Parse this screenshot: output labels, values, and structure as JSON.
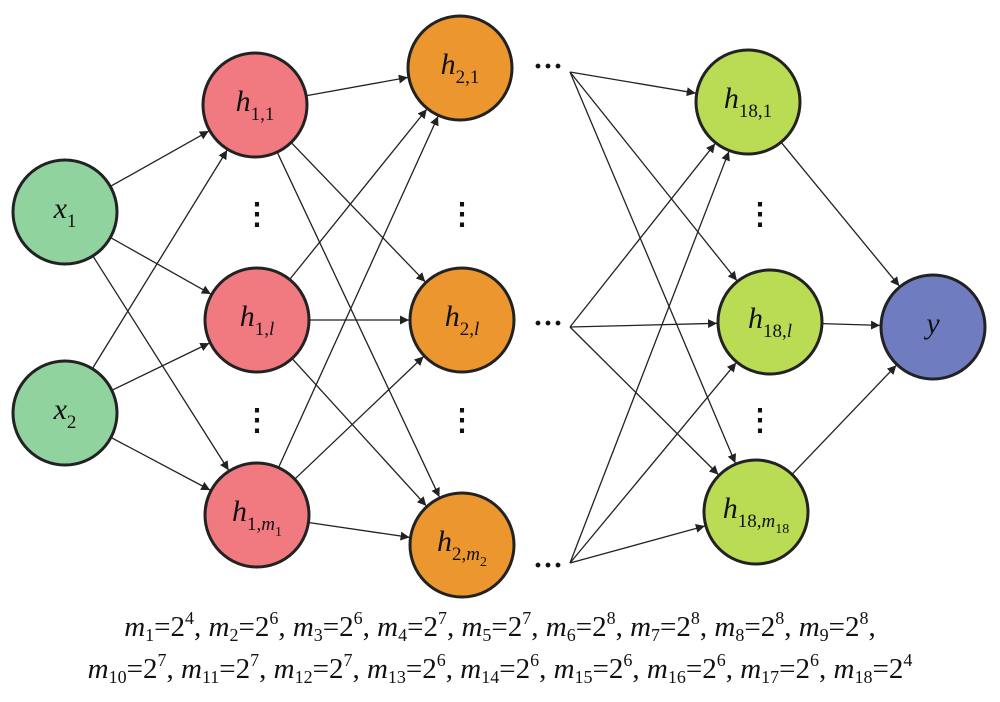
{
  "nodes": [
    {
      "id": "x1",
      "base": "x",
      "sub": "1",
      "color": "#90d39f"
    },
    {
      "id": "x2",
      "base": "x",
      "sub": "2",
      "color": "#90d39f"
    },
    {
      "id": "h1_1",
      "base": "h",
      "sub": "1,1",
      "color": "#f07a80"
    },
    {
      "id": "h1_l",
      "base": "h",
      "sub": "1,",
      "sub_italic": "l",
      "color": "#f07a80"
    },
    {
      "id": "h1_m",
      "base": "h",
      "sub": "1,",
      "sub_italic": "m",
      "subsub": "1",
      "color": "#f07a80"
    },
    {
      "id": "h2_1",
      "base": "h",
      "sub": "2,1",
      "color": "#ec962f"
    },
    {
      "id": "h2_l",
      "base": "h",
      "sub": "2,",
      "sub_italic": "l",
      "color": "#ec962f"
    },
    {
      "id": "h2_m",
      "base": "h",
      "sub": "2,",
      "sub_italic": "m",
      "subsub": "2",
      "color": "#ec962f"
    },
    {
      "id": "h18_1",
      "base": "h",
      "sub": "18,1",
      "color": "#b9dc54"
    },
    {
      "id": "h18_l",
      "base": "h",
      "sub": "18,",
      "sub_italic": "l",
      "color": "#b9dc54"
    },
    {
      "id": "h18_m",
      "base": "h",
      "sub": "18,",
      "sub_italic": "m",
      "subsub": "18",
      "color": "#b9dc54"
    },
    {
      "id": "y",
      "base": "y",
      "sub": "",
      "color": "#6f7dc0"
    }
  ],
  "edges": [
    [
      "x1",
      "h1_1"
    ],
    [
      "x1",
      "h1_l"
    ],
    [
      "x1",
      "h1_m"
    ],
    [
      "x2",
      "h1_1"
    ],
    [
      "x2",
      "h1_l"
    ],
    [
      "x2",
      "h1_m"
    ],
    [
      "h1_1",
      "h2_1"
    ],
    [
      "h1_1",
      "h2_l"
    ],
    [
      "h1_1",
      "h2_m"
    ],
    [
      "h1_l",
      "h2_1"
    ],
    [
      "h1_l",
      "h2_l"
    ],
    [
      "h1_l",
      "h2_m"
    ],
    [
      "h1_m",
      "h2_1"
    ],
    [
      "h1_m",
      "h2_l"
    ],
    [
      "h1_m",
      "h2_m"
    ],
    [
      "fan1",
      "h18_1"
    ],
    [
      "fan1",
      "h18_l"
    ],
    [
      "fan1",
      "h18_m"
    ],
    [
      "fan2",
      "h18_1"
    ],
    [
      "fan2",
      "h18_l"
    ],
    [
      "fan2",
      "h18_m"
    ],
    [
      "fan3",
      "h18_1"
    ],
    [
      "fan3",
      "h18_l"
    ],
    [
      "fan3",
      "h18_m"
    ],
    [
      "h18_1",
      "y"
    ],
    [
      "h18_l",
      "y"
    ],
    [
      "h18_m",
      "y"
    ]
  ],
  "ellipsis_horizontal": "···",
  "ellipsis_vertical": "⋮",
  "caption": {
    "lines": [
      [
        {
          "k": "m",
          "n": "1",
          "e": "4"
        },
        {
          "k": "m",
          "n": "2",
          "e": "6"
        },
        {
          "k": "m",
          "n": "3",
          "e": "6"
        },
        {
          "k": "m",
          "n": "4",
          "e": "7"
        },
        {
          "k": "m",
          "n": "5",
          "e": "7"
        },
        {
          "k": "m",
          "n": "6",
          "e": "8"
        },
        {
          "k": "m",
          "n": "7",
          "e": "8"
        },
        {
          "k": "m",
          "n": "8",
          "e": "8"
        },
        {
          "k": "m",
          "n": "9",
          "e": "8"
        }
      ],
      [
        {
          "k": "m",
          "n": "10",
          "e": "7"
        },
        {
          "k": "m",
          "n": "11",
          "e": "7"
        },
        {
          "k": "m",
          "n": "12",
          "e": "7"
        },
        {
          "k": "m",
          "n": "13",
          "e": "6"
        },
        {
          "k": "m",
          "n": "14",
          "e": "6"
        },
        {
          "k": "m",
          "n": "15",
          "e": "6"
        },
        {
          "k": "m",
          "n": "16",
          "e": "6"
        },
        {
          "k": "m",
          "n": "17",
          "e": "6"
        },
        {
          "k": "m",
          "n": "18",
          "e": "4"
        }
      ]
    ],
    "base": "2",
    "line_end": [
      ",",
      ""
    ]
  }
}
